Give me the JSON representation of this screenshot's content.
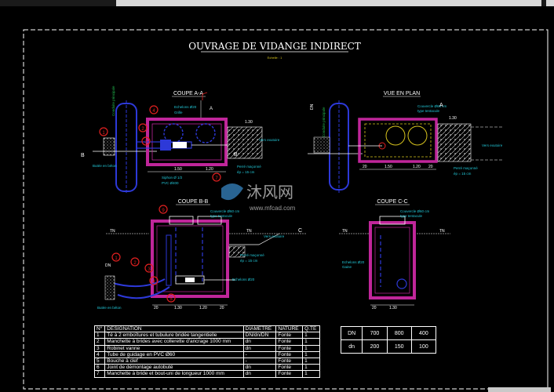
{
  "title": "OUVRAGE  DE  VIDANGE  INDIRECT",
  "subtitle": "Echelle : 1",
  "sections": {
    "coupe_aa": "COUPE  A-A",
    "vue_plan": "VUE EN PLAN",
    "coupe_bb": "COUPE  B-B",
    "coupe_cc": "COUPE  C-C"
  },
  "labels": {
    "conduite_principale": "Conduite principale",
    "conduite_principale_2": "Conduite principale",
    "butee_beton": "Butée en béton",
    "butee_beton_2": "Butée en béton",
    "vers_exutoire": "Vers exutoire",
    "vers_exutoire_2": "Vers exutoire",
    "vers_exutoire_3": "Vers exutoire",
    "perre_maconne": "Perré maçonné",
    "ep": "ép = 15 cm",
    "perre_maconne_2": "Perré maçonné",
    "ep_2": "ép = 15 cm",
    "perre_maconne_3": "Perré maçonné",
    "ep_3": "ép = 15 cm",
    "echelons": "Echelons Ø20",
    "grille": "Grille",
    "couvercle": "Couvercle Ø60 cm",
    "type_tentacule": "type tentacule",
    "couvercle_2": "Couvercle Ø60 cm",
    "type_tentacule_2": "type tentacule",
    "couvercle_3": "Couvercle Ø60 cm",
    "type_tentacule_3": "type tentacule",
    "echelons_2": "Echelons Ø20",
    "echelons_3": "Echelons Ø20",
    "gaine": "Gaine",
    "siphon": "Siphon Ø 1/2",
    "pvc": "PVC Ø400"
  },
  "dims": {
    "d130": "1.30",
    "d150": "1.50",
    "d120": "1.20",
    "d130b": "1.30",
    "d150b": "1.50",
    "d120b": "1.20",
    "d20": "20",
    "d20b": "20",
    "d130c": "1.30",
    "d20c": "20",
    "d20d": "20",
    "d120c": "1.20",
    "d20e": "20",
    "d130d": "1.30",
    "tn": "TN",
    "tn_2": "TN",
    "tn_3": "TN",
    "tn_4": "TN",
    "dn": "DN",
    "dn_2": "DN",
    "a": "A",
    "a_2": "A",
    "b": "B",
    "b_2": "B",
    "c": "C"
  },
  "callouts": [
    "1",
    "2",
    "3",
    "4",
    "7",
    "9",
    "1",
    "2",
    "3",
    "4",
    "5"
  ],
  "legend": {
    "headers": [
      "N°",
      "DESIGNATION",
      "DIAMETRE",
      "NATURE",
      "Q.TE"
    ],
    "rows": [
      [
        "1",
        "Té à 2 emboîtures et tubulure bridée tangentielle",
        "DN/dn/DN",
        "Fonte",
        "1"
      ],
      [
        "2",
        "Manchette à brides avec collerette d'ancrage 1000 mm",
        "dn",
        "Fonte",
        "1"
      ],
      [
        "3",
        "Robinet vanne",
        "dn",
        "Fonte",
        "1"
      ],
      [
        "4",
        "Tube de guidage en PVC Ø60",
        "-",
        "Fonte",
        "1"
      ],
      [
        "5",
        "Bouche à clef",
        "-",
        "Fonte",
        "1"
      ],
      [
        "6",
        "Joint de démontage autobuté",
        "dn",
        "Fonte",
        "1"
      ],
      [
        "7",
        "Manchette à bride et bout-uni de longueur 1000 mm",
        "dn",
        "Fonte",
        "1"
      ]
    ]
  },
  "dn_table": {
    "rows": [
      [
        "DN",
        "700",
        "800",
        "400"
      ],
      [
        "dn",
        "200",
        "150",
        "100"
      ]
    ]
  },
  "watermark": {
    "brand": "沐风网",
    "url": "www.mfcad.com"
  },
  "colors": {
    "background": "#000000",
    "frame": "#ffffff",
    "wall": "#c0269a",
    "pipe": "#2d39d8",
    "callout": "#e02020",
    "accent_green": "#1fb04a",
    "accent_yellow": "#d8c41e",
    "text_cyan": "#22c8d8"
  }
}
